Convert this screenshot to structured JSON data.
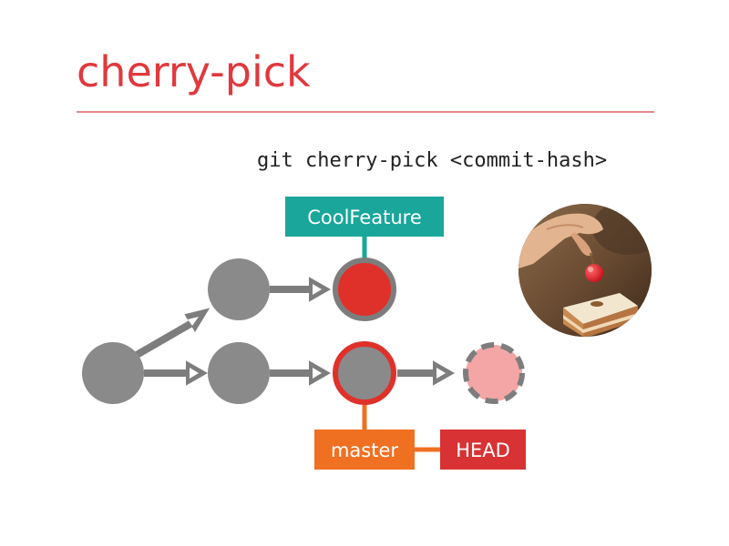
{
  "slide": {
    "title": "cherry-pick",
    "command": "git cherry-pick <commit-hash>"
  },
  "labels": {
    "coolfeature": "CoolFeature",
    "master": "master",
    "head": "HEAD"
  },
  "colors": {
    "accent_red": "#e0393e",
    "commit_gray": "#8a8a8a",
    "arrow_gray": "#7d7d7d",
    "coolfeature_teal": "#1aa69a",
    "master_orange": "#f07022",
    "head_red": "#d83234",
    "picked_red": "#e0302a",
    "pending_pink": "#f4a5a6"
  },
  "icons": {
    "cherry_photo": "cherry-on-cake-photo-icon"
  }
}
